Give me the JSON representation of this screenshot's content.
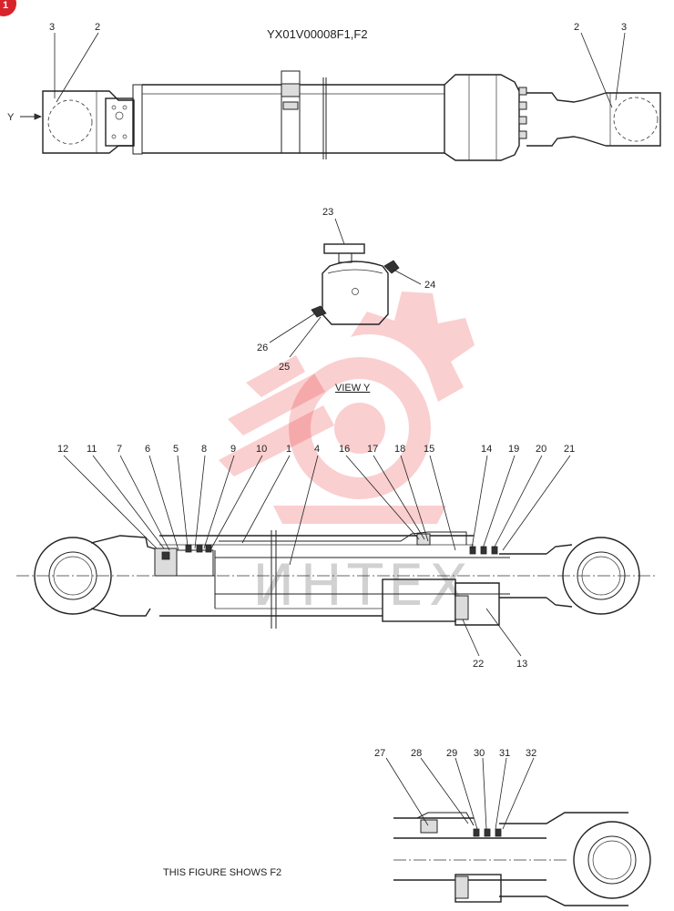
{
  "corner_badge": "1",
  "drawing_code": "YX01V00008F1,F2",
  "top_view_callouts": [
    "3",
    "2",
    "2",
    "3"
  ],
  "top_view_arrow_label": "Y",
  "view_y_callouts": [
    "23",
    "24",
    "26",
    "25"
  ],
  "view_y_caption": "VIEW  Y",
  "watermark_text": "ИНТЕХ",
  "main_callouts_top": [
    "12",
    "11",
    "7",
    "6",
    "5",
    "8",
    "9",
    "10",
    "1",
    "4",
    "16",
    "17",
    "18",
    "15",
    "14",
    "19",
    "20",
    "21"
  ],
  "main_callouts_bottom": [
    "22",
    "13"
  ],
  "detail_callouts": [
    "27",
    "28",
    "29",
    "30",
    "31",
    "32"
  ],
  "detail_caption": "THIS FIGURE SHOWS  F2"
}
